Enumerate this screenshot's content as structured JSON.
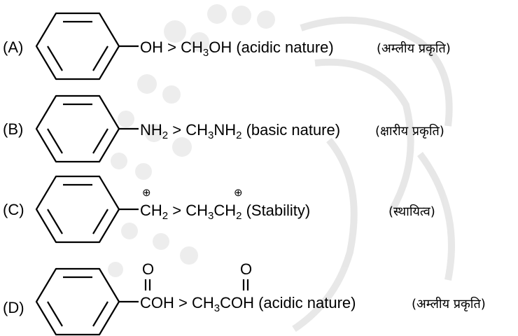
{
  "options": [
    {
      "label": "(A)",
      "substituent": "OH",
      "compare": " > CH",
      "sub3": "3",
      "tail": "OH (acidic nature)",
      "hindi": "(अम्लीय प्रकृति)"
    },
    {
      "label": "(B)",
      "substituent": "NH",
      "sub2": "2",
      "compare": " > CH",
      "sub3": "3",
      "mid": "NH",
      "sub2b": "2",
      "tail": " (basic nature)",
      "hindi": "(क्षारीय प्रकृति)"
    },
    {
      "label": "(C)",
      "charge": "⊕",
      "substituent": "CH",
      "sub2": "2",
      "compare": " > CH",
      "sub3": "3",
      "charge2": "⊕",
      "mid": "CH",
      "sub2b": "2",
      "tail": " (Stability)",
      "hindi": "(स्थायित्व)"
    },
    {
      "label": "(D)",
      "oxygen": "O",
      "substituent": "COH",
      "compare": " > CH",
      "sub3": "3",
      "oxygen2": "O",
      "mid": "COH",
      "tail": " (acidic nature)",
      "hindi": "(अम्लीय प्रकृति)"
    }
  ],
  "colors": {
    "text": "#000000",
    "watermark": "#d9d9d9"
  }
}
